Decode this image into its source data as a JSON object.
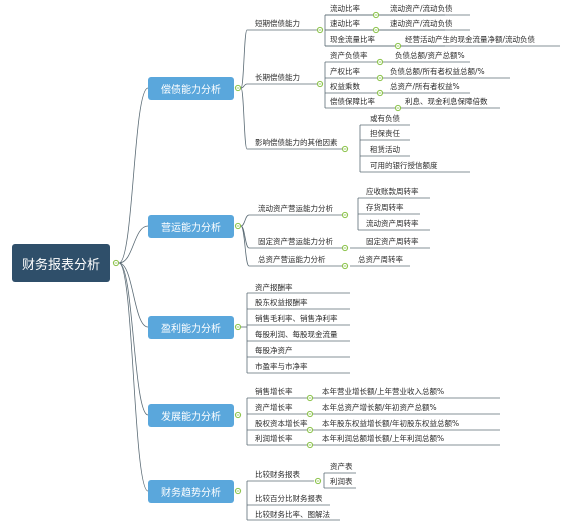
{
  "root": "财务报表分析",
  "branches": [
    {
      "label": "偿债能力分析",
      "children": [
        {
          "label": "短期偿债能力",
          "children": [
            {
              "label": "流动比率",
              "desc": "流动资产/流动负债"
            },
            {
              "label": "速动比率",
              "desc": "速动资产/流动负债"
            },
            {
              "label": "现金流量比率",
              "desc": "经营活动产生的现金流量净额/流动负债"
            }
          ]
        },
        {
          "label": "长期偿债能力",
          "children": [
            {
              "label": "资产负债率",
              "desc": "负债总额/资产总额%"
            },
            {
              "label": "产权比率",
              "desc": "负债总额/所有者权益总额/%"
            },
            {
              "label": "权益乘数",
              "desc": "总资产/所有者权益%"
            },
            {
              "label": "偿债保障比率",
              "desc": "利息、现金利息保障倍数"
            }
          ]
        },
        {
          "label": "影响偿债能力的其他因素",
          "children": [
            {
              "label": "或有负债"
            },
            {
              "label": "担保责任"
            },
            {
              "label": "租赁活动"
            },
            {
              "label": "可用的银行授信额度"
            }
          ]
        }
      ]
    },
    {
      "label": "营运能力分析",
      "children": [
        {
          "label": "流动资产营运能力分析",
          "children": [
            {
              "label": "应收账款周转率"
            },
            {
              "label": "存货周转率"
            },
            {
              "label": "流动资产周转率"
            }
          ]
        },
        {
          "label": "固定资产营运能力分析",
          "children": [
            {
              "label": "固定资产周转率"
            }
          ]
        },
        {
          "label": "总资产营运能力分析",
          "children": [
            {
              "label": "总资产周转率"
            }
          ]
        }
      ]
    },
    {
      "label": "盈利能力分析",
      "children": [
        {
          "label": "资产报酬率"
        },
        {
          "label": "股东权益报酬率"
        },
        {
          "label": "销售毛利率、销售净利率"
        },
        {
          "label": "每股利润、每股现金流量"
        },
        {
          "label": "每股净资产"
        },
        {
          "label": "市盈率与市净率"
        }
      ]
    },
    {
      "label": "发展能力分析",
      "children": [
        {
          "label": "销售增长率",
          "desc": "本年营业增长额/上年营业收入总额%"
        },
        {
          "label": "资产增长率",
          "desc": "本年总资产增长额/年初资产总额%"
        },
        {
          "label": "股权资本增长率",
          "desc": "本年股东权益增长额/年初股东权益总额%"
        },
        {
          "label": "利润增长率",
          "desc": "本年利润总额增长额/上年利润总额%"
        }
      ]
    },
    {
      "label": "财务趋势分析",
      "children": [
        {
          "label": "比较财务报表",
          "children": [
            {
              "label": "资产表"
            },
            {
              "label": "利润表"
            }
          ]
        },
        {
          "label": "比较百分比财务报表"
        },
        {
          "label": "比较财务比率、图解法"
        }
      ]
    }
  ]
}
